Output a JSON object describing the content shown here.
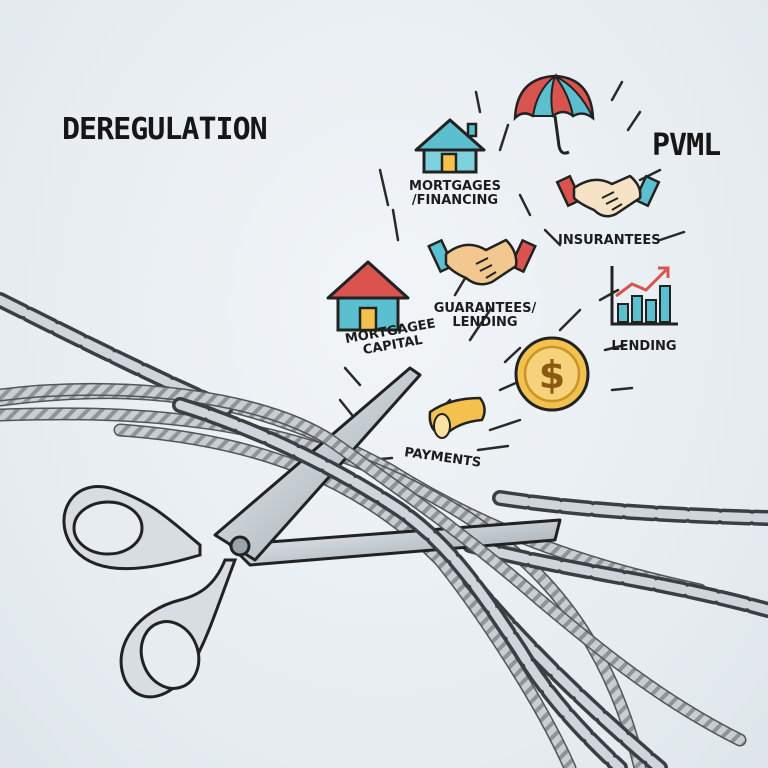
{
  "headline": "DEREGULATION",
  "brand": "PVML",
  "items": [
    {
      "name": "mortgages-financing",
      "label_line1": "MORTGAGES",
      "label_line2": "/FINANCING",
      "icon": "house-icon"
    },
    {
      "name": "insurantees",
      "label_line1": "INSURANTEES",
      "icon": "handshake-icon"
    },
    {
      "name": "guarantees-lending",
      "label_line1": "GUARANTEES/",
      "label_line2": "LENDING",
      "icon": "handshake-icon"
    },
    {
      "name": "mortgagee-capital",
      "label_line1": "MORTGAGEE",
      "label_line2": "CAPITAL",
      "icon": "house-icon"
    },
    {
      "name": "lending",
      "label_line1": "LENDING",
      "icon": "bar-chart-icon"
    },
    {
      "name": "payments",
      "label_line1": "PAYMENTS",
      "icon": "horn-icon"
    }
  ],
  "extra_icons": [
    "umbrella-icon",
    "dollar-coin-icon",
    "scissors-icon",
    "chain-icon",
    "rope-icon"
  ],
  "colors": {
    "background": "#e9eef2",
    "teal": "#5bbfcf",
    "red": "#d9534f",
    "gold": "#f2c14e",
    "steel": "#b7bec4",
    "outline": "#222222"
  }
}
